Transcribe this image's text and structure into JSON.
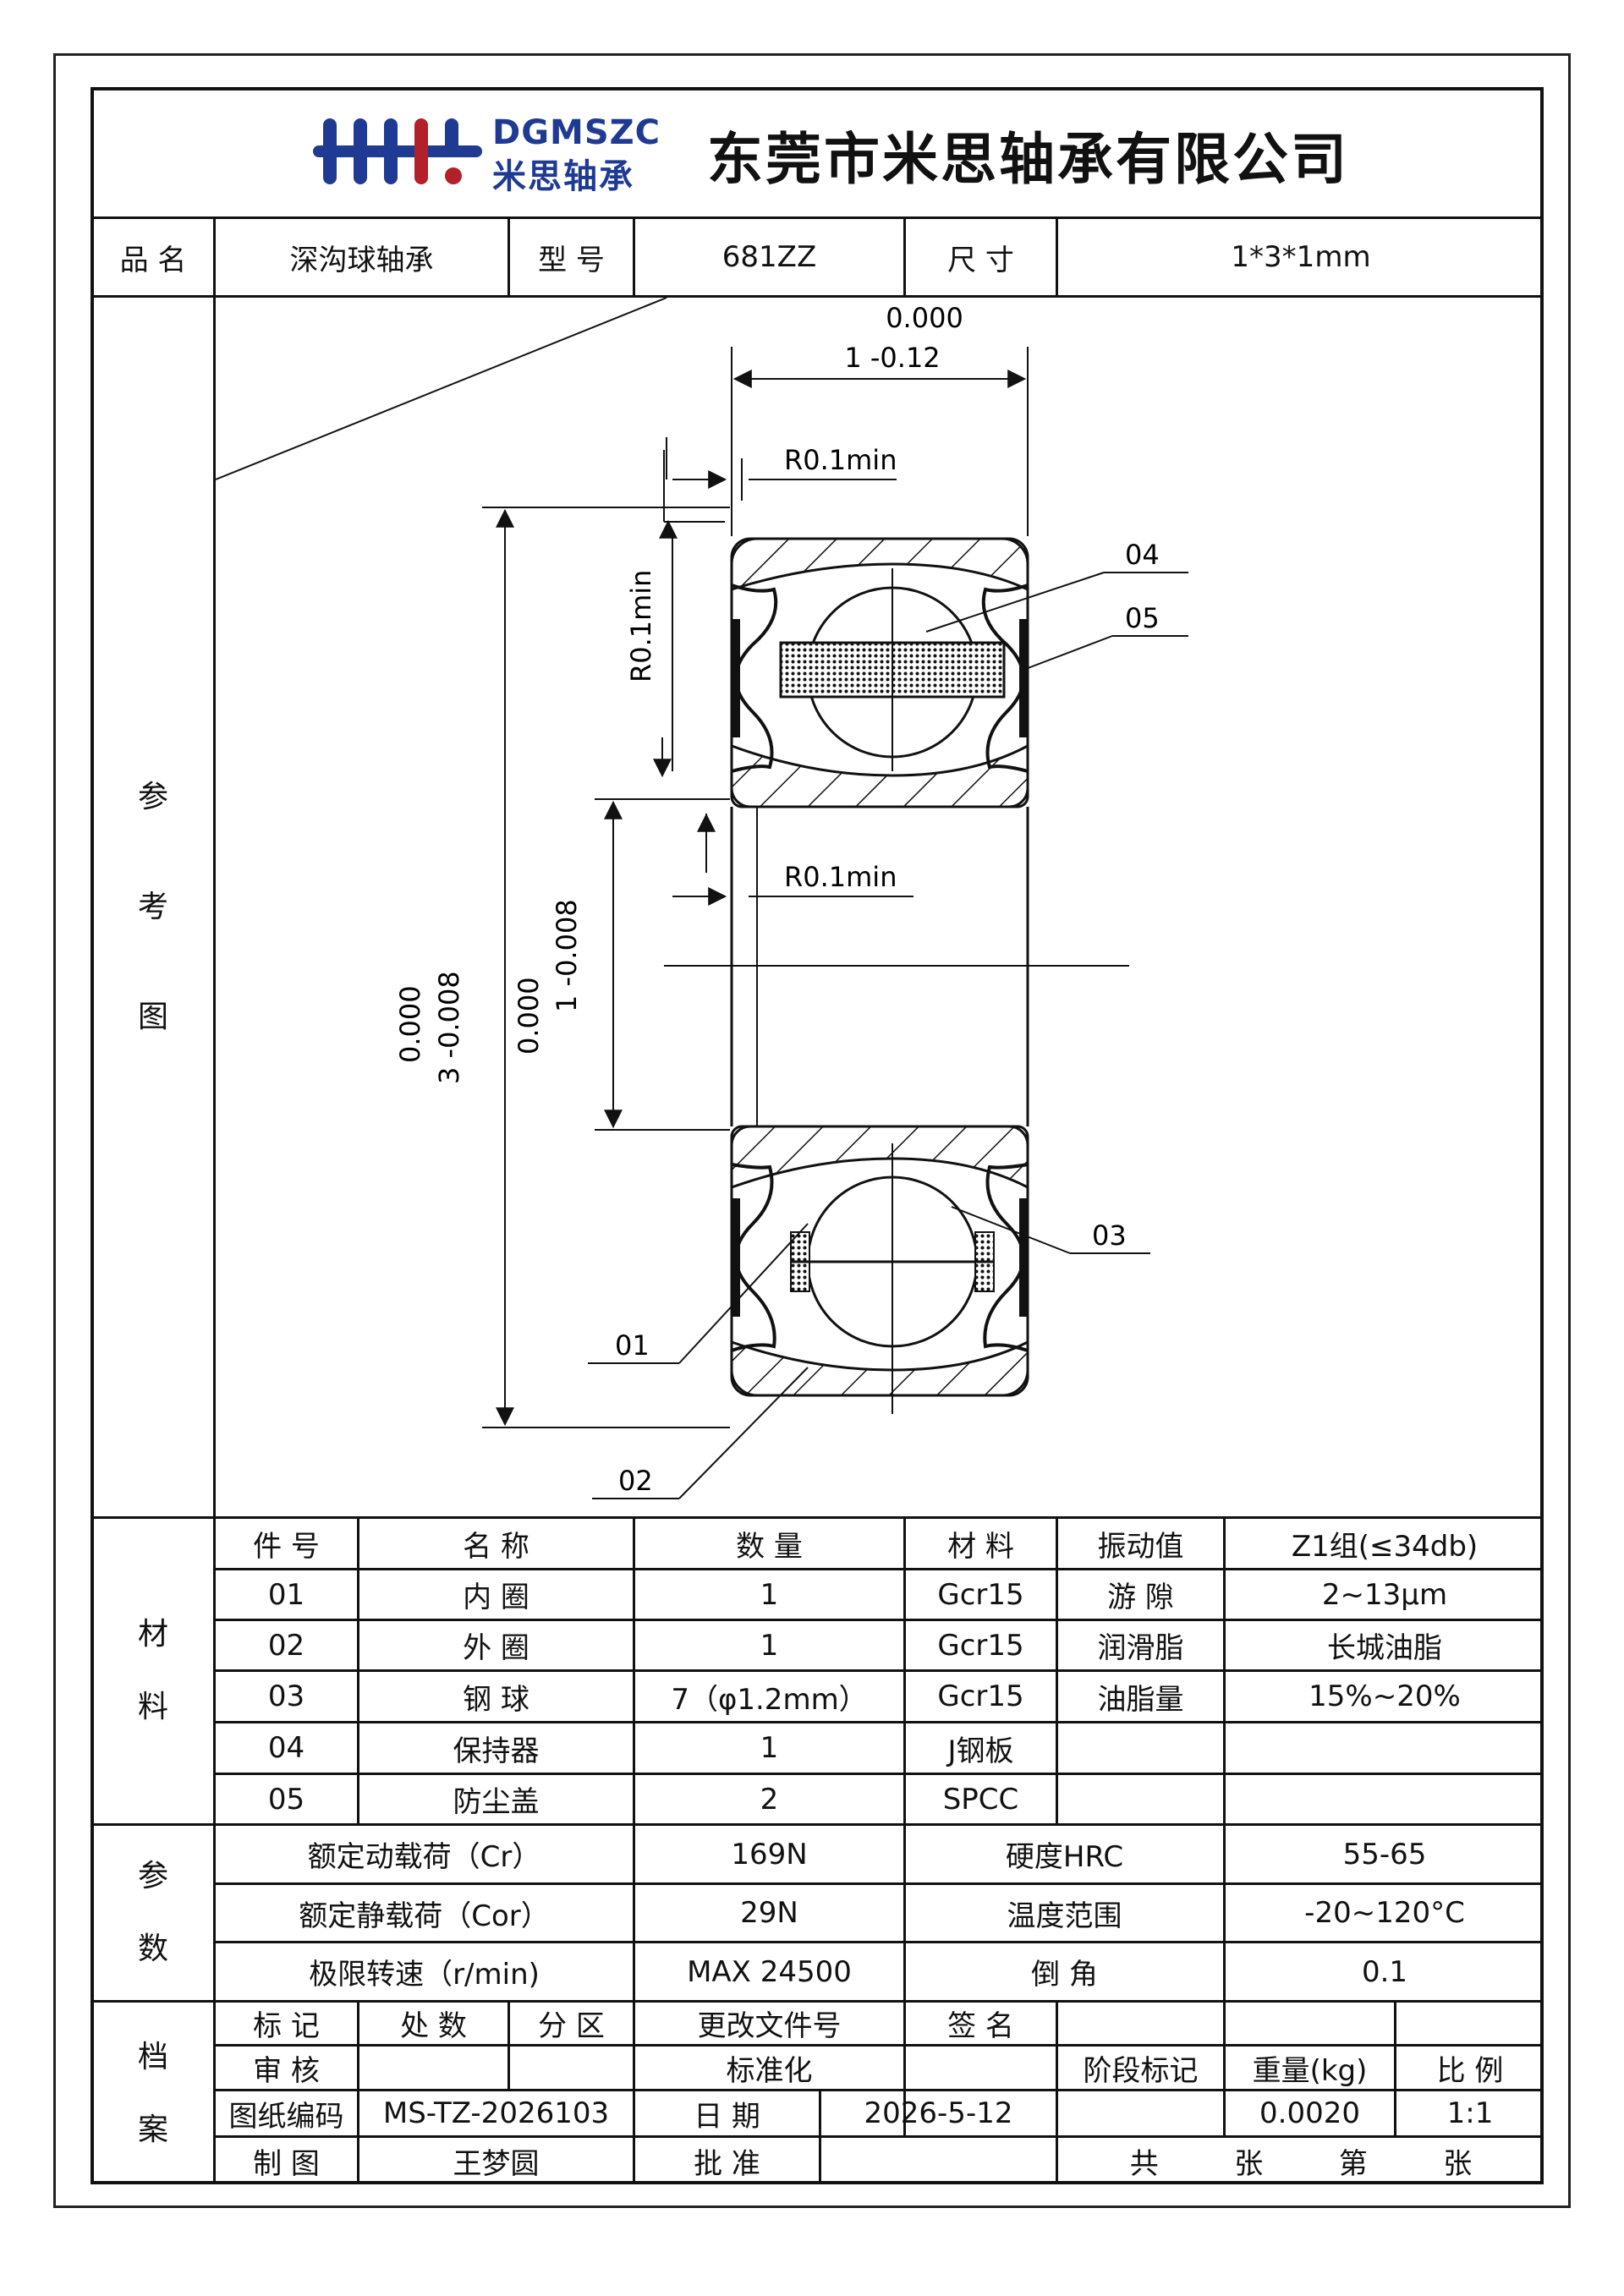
{
  "header": {
    "logo_en": "DGMSZC",
    "logo_cn": "米思轴承",
    "company": "东莞市米思轴承有限公司"
  },
  "info_row": {
    "name_label": "品 名",
    "name_value": "深沟球轴承",
    "model_label": "型 号",
    "model_value": "681ZZ",
    "size_label": "尺 寸",
    "size_value": "1*3*1mm"
  },
  "drawing": {
    "section_label": [
      "参",
      "考",
      "图"
    ],
    "width_tol_upper": "0.000",
    "width_tol_lower": "1  -0.12",
    "r_top": "R0.1min",
    "r_side": "R0.1min",
    "r_mid": "R0.1min",
    "od_tol_upper": "0.000",
    "od_tol_lower": "3  -0.008",
    "id_tol_upper": "0.000",
    "id_tol_lower": "1  -0.008",
    "callout_04": "04",
    "callout_05": "05",
    "callout_03": "03",
    "callout_01": "01",
    "callout_02": "02"
  },
  "materials": {
    "section_label": [
      "材",
      "料"
    ],
    "headers": [
      "件 号",
      "名 称",
      "数 量",
      "材 料",
      "振动值",
      "Z1组(≤34db)"
    ],
    "rows": [
      {
        "no": "01",
        "name": "内 圈",
        "qty": "1",
        "material": "Gcr15",
        "prop": "游 隙",
        "value": "2~13μm"
      },
      {
        "no": "02",
        "name": "外 圈",
        "qty": "1",
        "material": "Gcr15",
        "prop": "润滑脂",
        "value": "长城油脂"
      },
      {
        "no": "03",
        "name": "钢 球",
        "qty": "7（φ1.2mm）",
        "material": "Gcr15",
        "prop": "油脂量",
        "value": "15%~20%"
      },
      {
        "no": "04",
        "name": "保持器",
        "qty": "1",
        "material": "J钢板",
        "prop": "",
        "value": ""
      },
      {
        "no": "05",
        "name": "防尘盖",
        "qty": "2",
        "material": "SPCC",
        "prop": "",
        "value": ""
      }
    ]
  },
  "params": {
    "section_label": [
      "参",
      "数"
    ],
    "rows": [
      {
        "label": "额定动载荷（Cr）",
        "value": "169N",
        "label2": "硬度HRC",
        "value2": "55-65"
      },
      {
        "label": "额定静载荷（Cor）",
        "value": "29N",
        "label2": "温度范围",
        "value2": "-20~120°C"
      },
      {
        "label": "极限转速（r/min)",
        "value": "MAX 24500",
        "label2": "倒 角",
        "value2": "0.1"
      }
    ]
  },
  "archive": {
    "section_label": [
      "档",
      "案"
    ],
    "mark": "标 记",
    "count": "处 数",
    "zone": "分 区",
    "change_doc": "更改文件号",
    "sign": "签 名",
    "review": "审 核",
    "standard": "标准化",
    "stage": "阶段标记",
    "weight_label": "重量(kg)",
    "scale_label": "比 例",
    "drawing_no_label": "图纸编码",
    "drawing_no": "MS-TZ-2026103",
    "date_label": "日 期",
    "date": "2026-5-12",
    "weight": "0.0020",
    "scale": "1:1",
    "drafter_label": "制 图",
    "drafter": "王梦圆",
    "approve_label": "批 准",
    "total": "共",
    "sheets": "张",
    "page_no": "第",
    "sheet2": "张"
  },
  "colors": {
    "brand_blue": "#1f3a93",
    "brand_red": "#b3202a"
  }
}
